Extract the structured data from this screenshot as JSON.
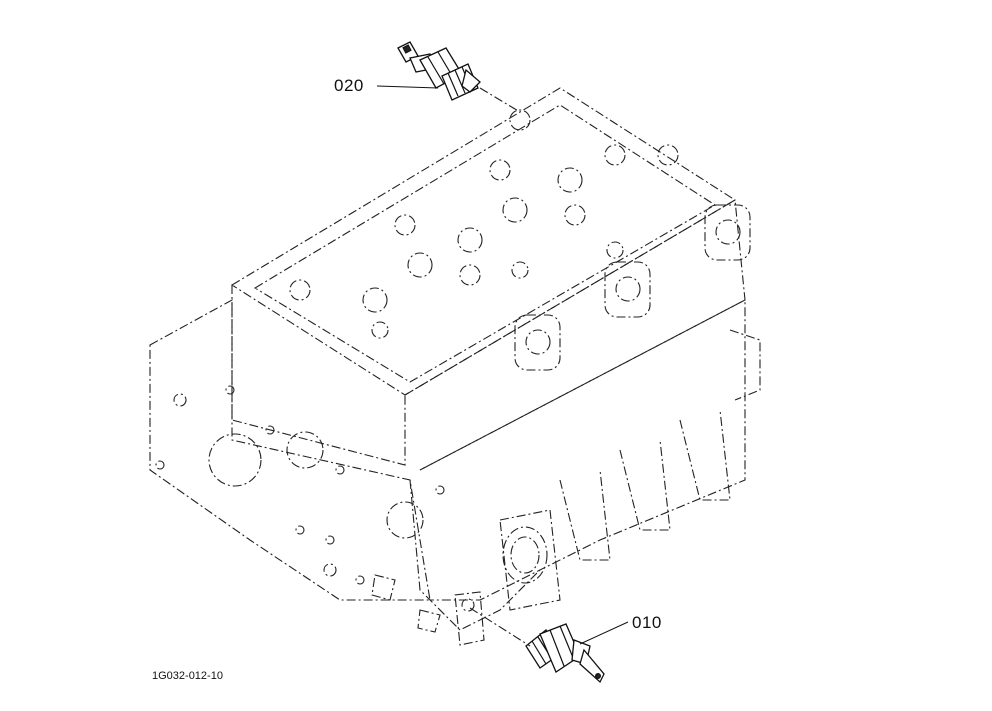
{
  "diagram": {
    "callouts": [
      {
        "id": "part-020",
        "label": "020"
      },
      {
        "id": "part-010",
        "label": "010"
      }
    ],
    "reference_code": "1G032-012-10"
  }
}
